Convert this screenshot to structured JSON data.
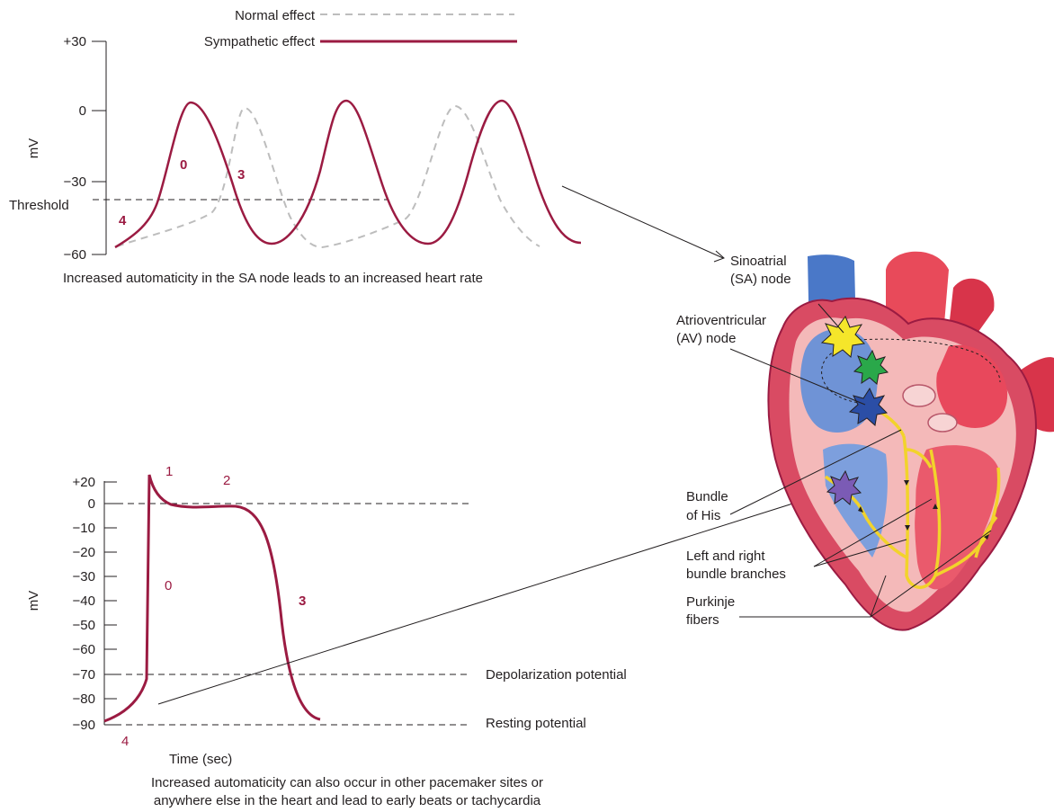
{
  "top_chart": {
    "legend_normal": "Normal effect",
    "legend_sympathetic": "Sympathetic effect",
    "ylabel": "mV",
    "ticks": [
      "+30",
      "0",
      "−30",
      "−60"
    ],
    "threshold_label": "Threshold",
    "phase_4": "4",
    "phase_0": "0",
    "phase_3": "3",
    "caption": "Increased automaticity in the SA node leads to an increased heart rate"
  },
  "bottom_chart": {
    "ylabel": "mV",
    "ticks": [
      "+20",
      "0",
      "−10",
      "−20",
      "−30",
      "−40",
      "−50",
      "−60",
      "−70",
      "−80",
      "−90"
    ],
    "phase_0": "0",
    "phase_1": "1",
    "phase_2": "2",
    "phase_3": "3",
    "phase_4": "4",
    "depolarization_label": "Depolarization potential",
    "resting_label": "Resting potential",
    "xlabel": "Time (sec)",
    "caption_line1": "Increased automaticity can also occur in other pacemaker sites or",
    "caption_line2": "anywhere else in the heart and lead to early beats or tachycardia"
  },
  "heart": {
    "sa_line1": "Sinoatrial",
    "sa_line2": "(SA) node",
    "av_line1": "Atrioventricular",
    "av_line2": "(AV) node",
    "his_line1": "Bundle",
    "his_line2": "of His",
    "bb_line1": "Left and right",
    "bb_line2": "bundle branches",
    "pk_line1": "Purkinje",
    "pk_line2": "fibers"
  },
  "colors": {
    "sympathetic": "#9b1b42",
    "normal": "#bdbdbd",
    "sa_node": "#f5e62a",
    "av_node": "#2b4ea6",
    "green_node": "#2aa84a",
    "ectopic": "#7b5bb5",
    "conduction": "#f2d32b"
  }
}
